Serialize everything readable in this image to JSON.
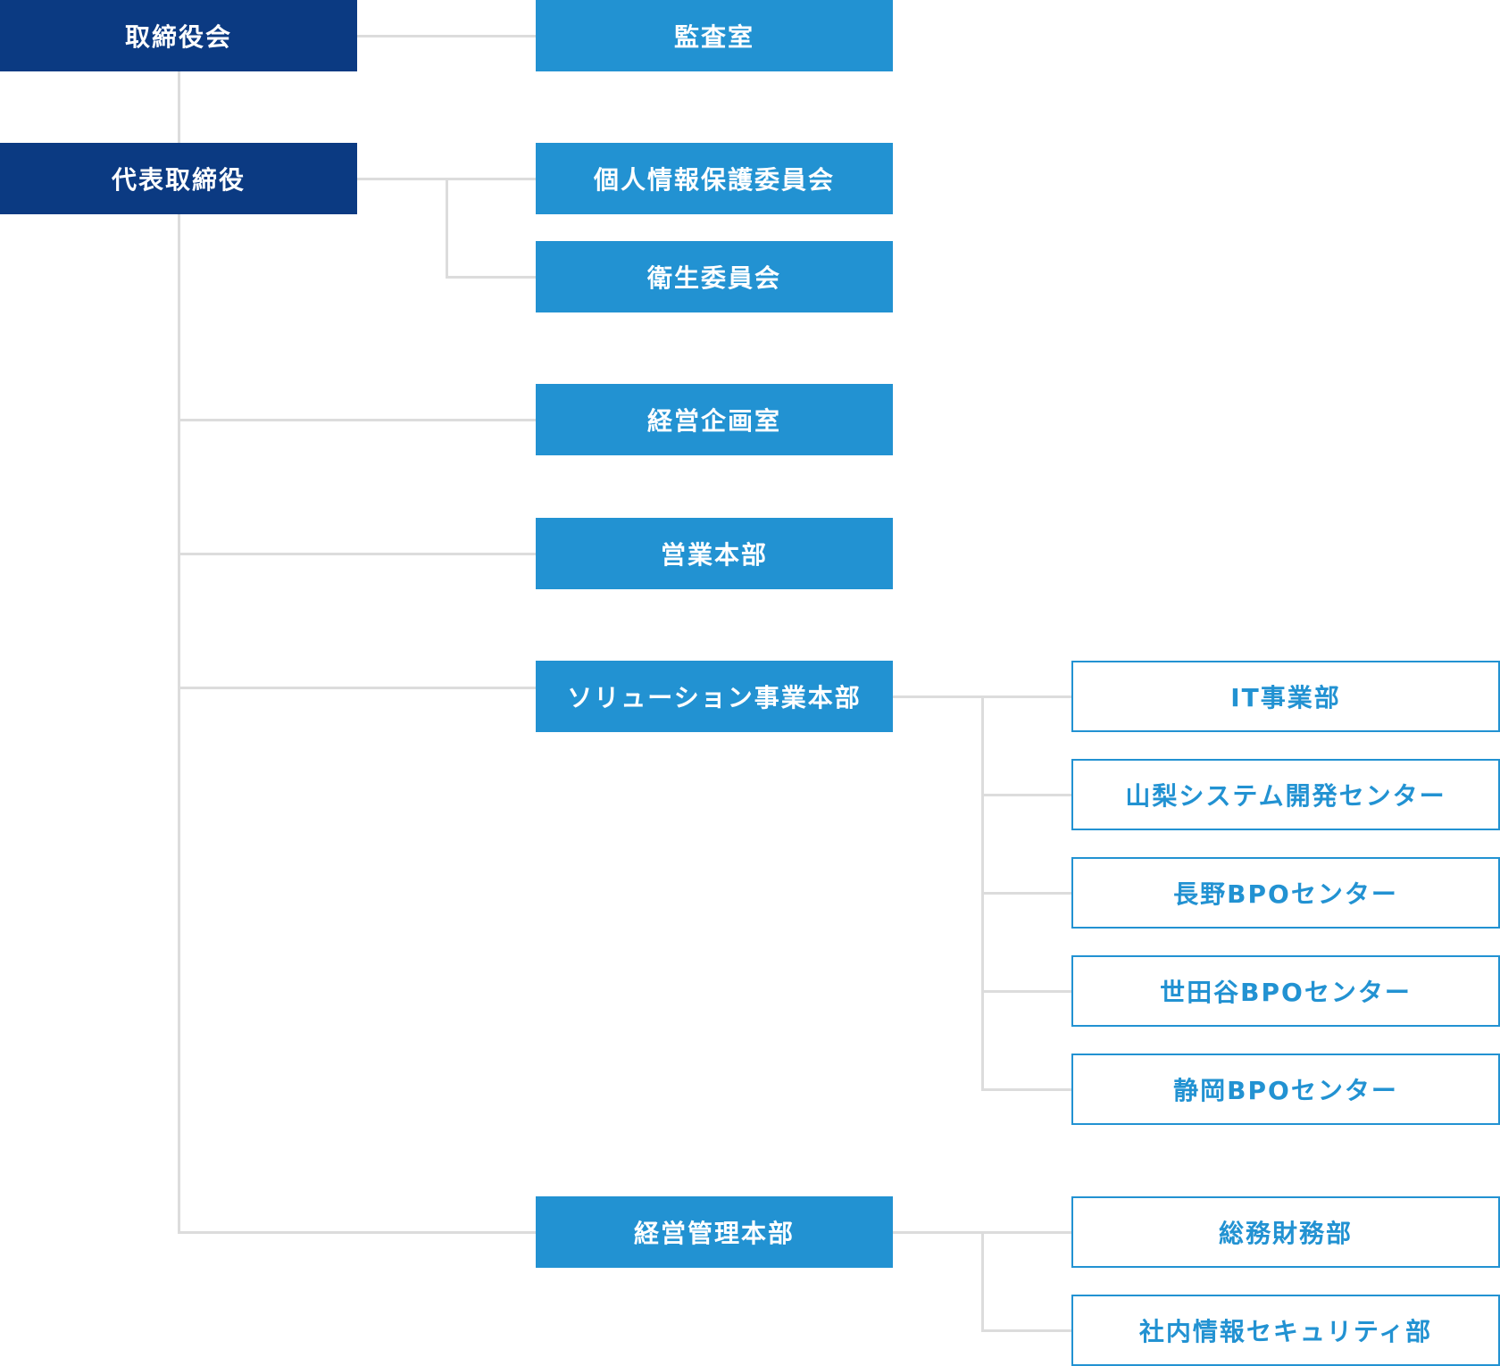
{
  "chart_data": {
    "type": "org-chart",
    "nodes": [
      {
        "id": "board",
        "label": "取締役会"
      },
      {
        "id": "ceo",
        "label": "代表取締役"
      },
      {
        "id": "audit",
        "label": "監査室"
      },
      {
        "id": "privacy",
        "label": "個人情報保護委員会"
      },
      {
        "id": "health",
        "label": "衛生委員会"
      },
      {
        "id": "planning",
        "label": "経営企画室"
      },
      {
        "id": "sales",
        "label": "営業本部"
      },
      {
        "id": "solution",
        "label": "ソリューション事業本部"
      },
      {
        "id": "management",
        "label": "経営管理本部"
      },
      {
        "id": "it",
        "label": "IT事業部"
      },
      {
        "id": "yamanashi",
        "label": "山梨システム開発センター"
      },
      {
        "id": "nagano",
        "label": "長野BPOセンター"
      },
      {
        "id": "setagaya",
        "label": "世田谷BPOセンター"
      },
      {
        "id": "shizuoka",
        "label": "静岡BPOセンター"
      },
      {
        "id": "soumu",
        "label": "総務財務部"
      },
      {
        "id": "security",
        "label": "社内情報セキュリティ部"
      }
    ],
    "edges": [
      [
        "board",
        "audit"
      ],
      [
        "board",
        "ceo"
      ],
      [
        "ceo",
        "privacy"
      ],
      [
        "ceo",
        "health"
      ],
      [
        "ceo",
        "planning"
      ],
      [
        "ceo",
        "sales"
      ],
      [
        "ceo",
        "solution"
      ],
      [
        "ceo",
        "management"
      ],
      [
        "solution",
        "it"
      ],
      [
        "solution",
        "yamanashi"
      ],
      [
        "solution",
        "nagano"
      ],
      [
        "solution",
        "setagaya"
      ],
      [
        "solution",
        "shizuoka"
      ],
      [
        "management",
        "soumu"
      ],
      [
        "management",
        "security"
      ]
    ]
  },
  "colors": {
    "executive": "#0b3a82",
    "department": "#2292d2",
    "unit_border": "#2292d2",
    "connector": "#dcdcdc"
  }
}
